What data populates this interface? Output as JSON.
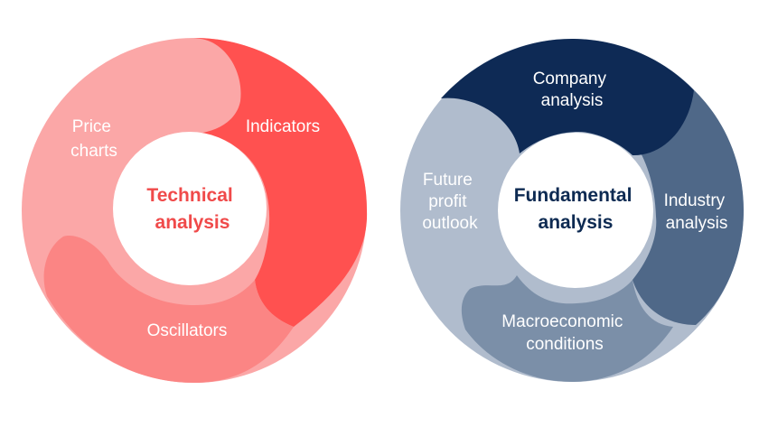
{
  "colors": {
    "background": "#ffffff",
    "technical_accent": "#f04a4a",
    "fundamental_accent": "#0d2a52"
  },
  "technical": {
    "center_title": [
      "Technical",
      "analysis"
    ],
    "center_color": "#f04a4a",
    "segments": [
      {
        "label": [
          "Price",
          "charts"
        ],
        "color": "#fba7a7"
      },
      {
        "label": [
          "Indicators"
        ],
        "color": "#ff5150"
      },
      {
        "label": [
          "Oscillators"
        ],
        "color": "#fb8584"
      }
    ]
  },
  "fundamental": {
    "center_title": [
      "Fundamental",
      "analysis"
    ],
    "center_color": "#0d2a52",
    "segments": [
      {
        "label": [
          "Company",
          "analysis"
        ],
        "color": "#0e2a55"
      },
      {
        "label": [
          "Industry",
          "analysis"
        ],
        "color": "#4f6888"
      },
      {
        "label": [
          "Macroeconomic",
          "conditions"
        ],
        "color": "#7b8fa8"
      },
      {
        "label": [
          "Future",
          "profit",
          "outlook"
        ],
        "color": "#b0bccd"
      }
    ]
  }
}
